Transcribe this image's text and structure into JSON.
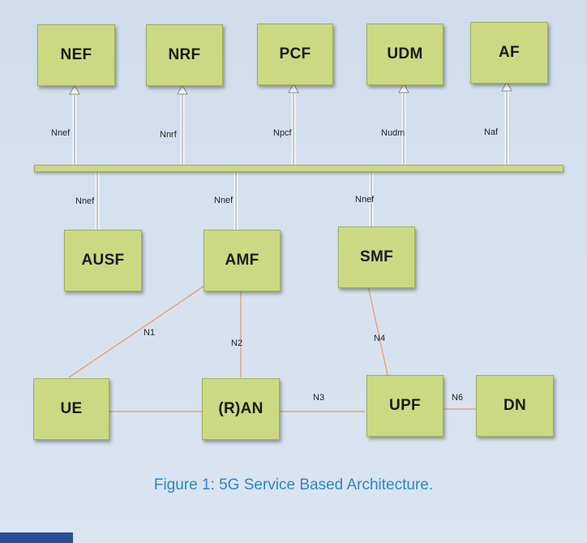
{
  "nodes": {
    "nef": "NEF",
    "nrf": "NRF",
    "pcf": "PCF",
    "udm": "UDM",
    "af": "AF",
    "ausf": "AUSF",
    "amf": "AMF",
    "smf": "SMF",
    "ue": "UE",
    "ran": "(R)AN",
    "upf": "UPF",
    "dn": "DN"
  },
  "interfaces": {
    "nnef_top": "Nnef",
    "nnrf": "Nnrf",
    "npcf": "Npcf",
    "nudm": "Nudm",
    "naf": "Naf",
    "nnef_ausf": "Nnef",
    "nnef_amf": "Nnef",
    "nnef_smf": "Nnef",
    "n1": "N1",
    "n2": "N2",
    "n3": "N3",
    "n4": "N4",
    "n6": "N6"
  },
  "caption": "Figure 1: 5G Service Based Architecture."
}
